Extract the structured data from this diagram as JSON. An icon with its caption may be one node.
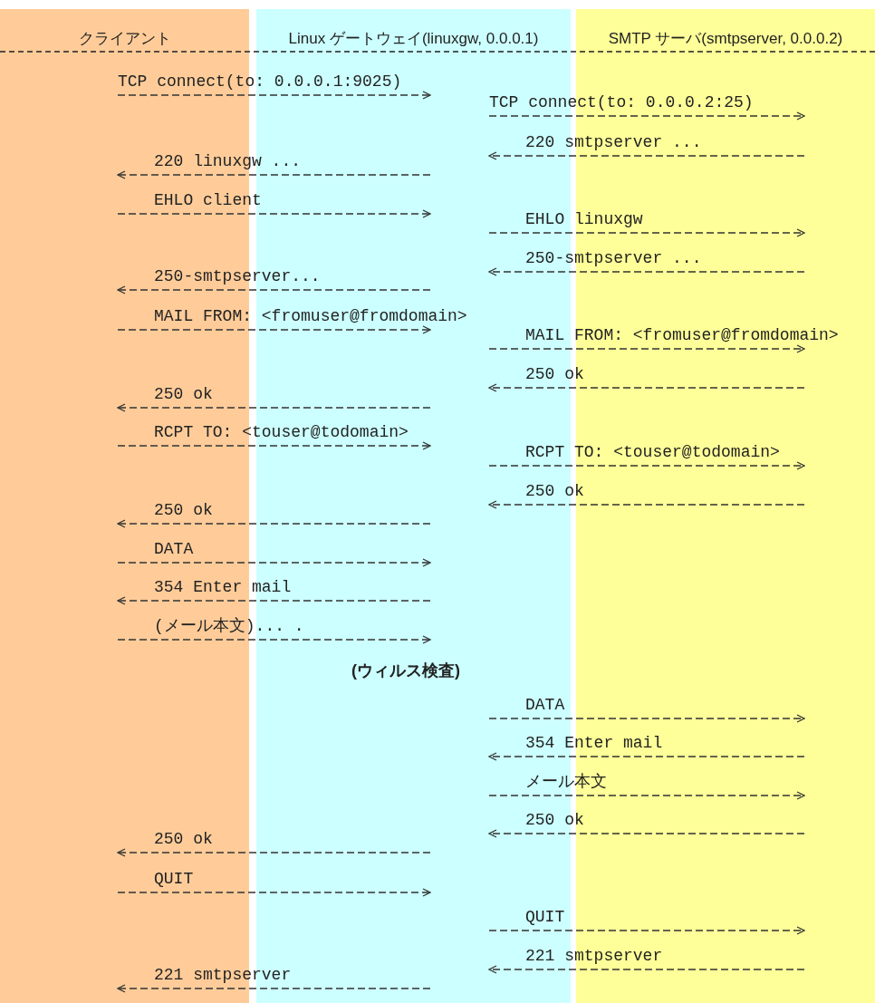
{
  "diagram": {
    "nodes": [
      {
        "text": [
          "クライアント"
        ]
      },
      {
        "text": [
          "Linux ゲートウェイ(linuxgw, 0.0.0.1)"
        ]
      },
      {
        "text": [
          "SMTP サーバ(smtpserver, 0.0.0.2)"
        ]
      }
    ],
    "edges": [
      {
        "from": 0,
        "to": 1,
        "arrow": "to",
        "label": "TCP connect(to: 0.0.0.1:9025)"
      },
      {
        "from": 1,
        "to": 2,
        "arrow": "to",
        "label": "TCP connect(to: 0.0.0.2:25)"
      },
      {
        "from": 2,
        "to": 1,
        "arrow": "to",
        "label": "220 smtpserver ..."
      },
      {
        "from": 1,
        "to": 0,
        "arrow": "to",
        "label": "220 linuxgw ..."
      },
      {
        "from": 0,
        "to": 1,
        "arrow": "to",
        "label": "EHLO client"
      },
      {
        "from": 1,
        "to": 2,
        "arrow": "to",
        "label": "EHLO linuxgw"
      },
      {
        "from": 2,
        "to": 1,
        "arrow": "to",
        "label": "250-smtpserver ..."
      },
      {
        "from": 1,
        "to": 0,
        "arrow": "to",
        "label": "250-smtpserver..."
      },
      {
        "from": 0,
        "to": 1,
        "arrow": "to",
        "label": "MAIL FROM: <fromuser@fromdomain>"
      },
      {
        "from": 1,
        "to": 2,
        "arrow": "to",
        "label": "MAIL FROM: <fromuser@fromdomain>"
      },
      {
        "from": 2,
        "to": 1,
        "arrow": "to",
        "label": "250 ok"
      },
      {
        "from": 1,
        "to": 0,
        "arrow": "to",
        "label": "250 ok"
      },
      {
        "from": 0,
        "to": 1,
        "arrow": "to",
        "label": "RCPT TO: <touser@todomain>"
      },
      {
        "from": 1,
        "to": 2,
        "arrow": "to",
        "label": "RCPT TO: <touser@todomain>"
      },
      {
        "from": 2,
        "to": 1,
        "arrow": "to",
        "label": "250 ok"
      },
      {
        "from": 1,
        "to": 0,
        "arrow": "to",
        "label": "250 ok"
      },
      {
        "from": 0,
        "to": 1,
        "arrow": "to",
        "label": "DATA"
      },
      {
        "from": 1,
        "to": 0,
        "arrow": "to",
        "label": "354 Enter mail"
      },
      {
        "from": 0,
        "to": 1,
        "arrow": "to",
        "label": "(メール本文)... ."
      },
      {
        "from": 1,
        "to": 2,
        "arrow": "to",
        "label": "DATA"
      },
      {
        "from": 2,
        "to": 1,
        "arrow": "to",
        "label": "354 Enter mail"
      },
      {
        "from": 1,
        "to": 2,
        "arrow": "to",
        "label": "メール本文"
      },
      {
        "from": 2,
        "to": 1,
        "arrow": "to",
        "label": "250 ok"
      },
      {
        "from": 1,
        "to": 0,
        "arrow": "to",
        "label": "250 ok"
      },
      {
        "from": 0,
        "to": 1,
        "arrow": "to",
        "label": "QUIT"
      },
      {
        "from": 1,
        "to": 2,
        "arrow": "to",
        "label": "QUIT"
      },
      {
        "from": 2,
        "to": 1,
        "arrow": "to",
        "label": "221 smtpserver"
      },
      {
        "from": 1,
        "to": 0,
        "arrow": "to",
        "label": "221 smtpserver"
      }
    ],
    "labels": [
      "(ウィルス検査)"
    ]
  }
}
